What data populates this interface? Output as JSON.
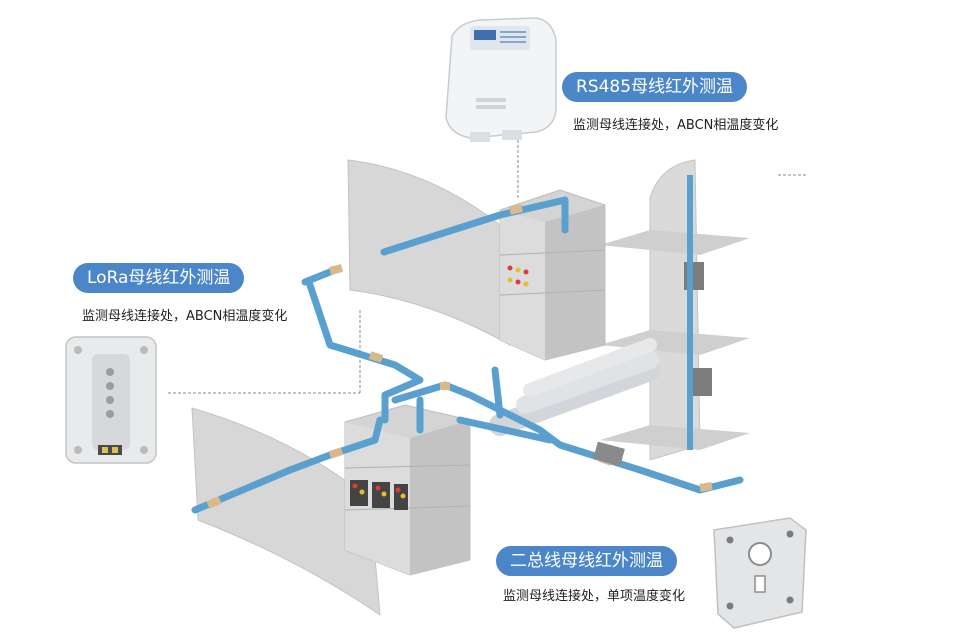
{
  "callouts": {
    "rs485": {
      "title": "RS485母线红外测温",
      "desc": "监测母线连接处，ABCN相温度变化"
    },
    "lora": {
      "title": "LoRa母线红外测温",
      "desc": "监测母线连接处，ABCN相温度变化"
    },
    "bus": {
      "title": "二总线母线红外测温",
      "desc": "监测母线连接处，单项温度变化"
    }
  },
  "colors": {
    "accent": "#4a86c8",
    "busbar": "#5aa0cf",
    "joint": "#d9b98c",
    "panel": "#d8d8d8",
    "device": "#f4f4f4"
  }
}
